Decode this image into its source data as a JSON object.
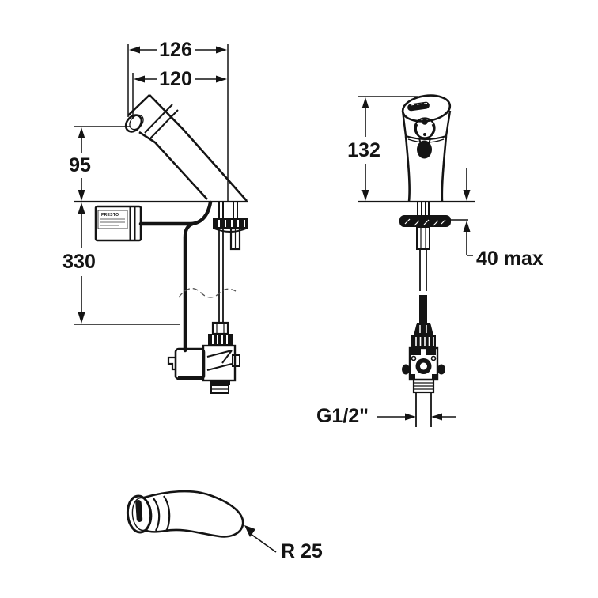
{
  "drawing": {
    "type": "technical-dimension-drawing",
    "subject": "electronic sensor basin faucet with control box and solenoid valve: side view, front view and spout lever detail",
    "colors": {
      "line": "#141414",
      "background": "#ffffff"
    },
    "labels": {
      "dim_spout_overall": "126",
      "dim_spout_reach": "120",
      "dim_spout_height": "95",
      "dim_under_deck": "330",
      "dim_body_height": "132",
      "dim_deck_thickness": "40 max",
      "thread_size": "G1/2\"",
      "lever_radius": "R 25",
      "control_box_brand": "PRESTO"
    }
  }
}
